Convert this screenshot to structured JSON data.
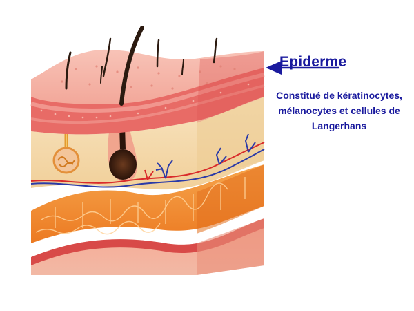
{
  "diagram": {
    "layer_label": "Epiderme",
    "description_lines": [
      "Constitué de kératinocytes,",
      "mélanocytes et cellules de",
      "Langerhans"
    ]
  },
  "colors": {
    "label": "#1a1a9e",
    "epidermis": "#f3a79e",
    "dermis": "#f6dcb0",
    "fat": "#f0892e",
    "muscle": "#d9534f"
  }
}
